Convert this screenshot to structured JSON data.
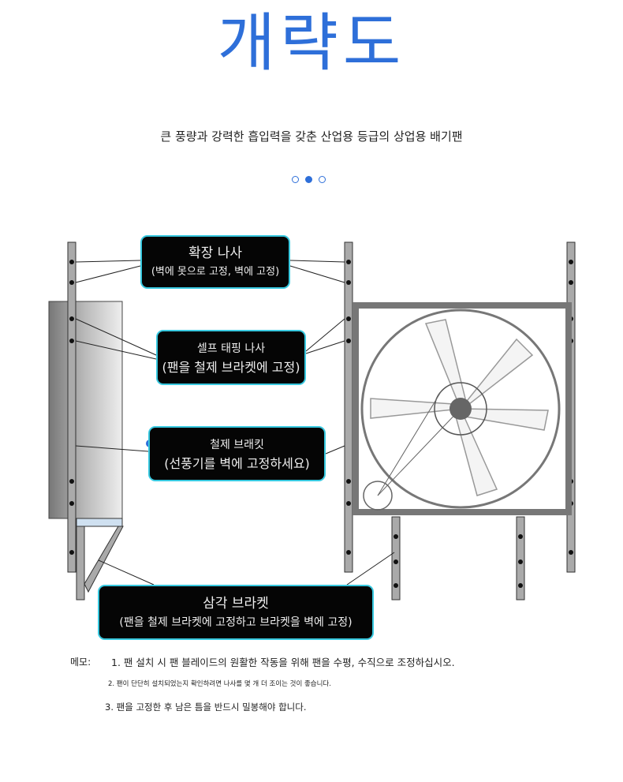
{
  "title": "개략도",
  "subtitle": "큰 풍량과 강력한 흡입력을 갖춘 산업용 등급의 상업용 배기팬",
  "carousel": {
    "count": 3,
    "active": 1
  },
  "labels": [
    {
      "title": "확장 나사",
      "desc": "(벽에 못으로 고정, 벽에 고정)"
    },
    {
      "title": "셀프 태핑 나사",
      "desc": "(팬을 철제 브라켓에 고정)"
    },
    {
      "title": "철제 브래킷",
      "desc": "(선풍기를 벽에 고정하세요)"
    },
    {
      "title": "삼각 브라켓",
      "desc": "(팬을 철제 브라켓에 고정하고 브라켓을 벽에 고정)"
    }
  ],
  "notes": {
    "label": "메모:",
    "items": [
      "1. 팬 설치 시 팬 블레이드의 원활한 작동을 위해 팬을 수평, 수직으로 조정하십시오.",
      "2. 팬이 단단히 설치되었는지 확인하려면 나사를 몇 개 더 조이는 것이 좋습니다.",
      "3. 팬을 고정한 후 남은 틈을 반드시 밀봉해야 합니다."
    ]
  },
  "colors": {
    "accent": "#2e6fd9",
    "box_border": "#38c9e0"
  }
}
